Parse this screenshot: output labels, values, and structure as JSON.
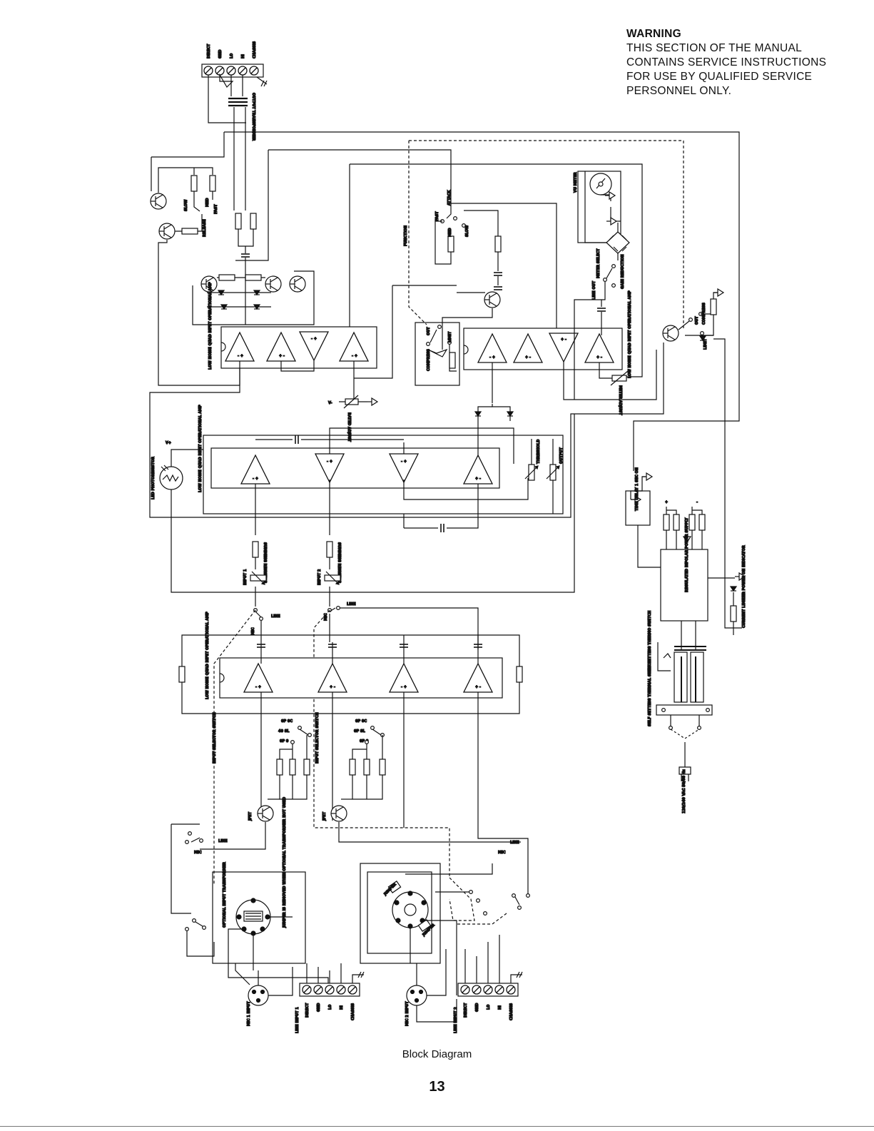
{
  "warning": {
    "title": "WARNING",
    "line1": "THIS SECTION OF THE MANUAL",
    "line2": "CONTAINS SERVICE INSTRUCTIONS",
    "line3": "FOR USE BY QUALIFIED SERVICE",
    "line4": "PERSONNEL ONLY."
  },
  "caption": "Block Diagram",
  "page_number": "13",
  "labels": {
    "terminal_top": [
      "DIRECT",
      "GND",
      "LO",
      "HI",
      "CHASSIS"
    ],
    "output_transformer": "OUTPUT TRANSFORMER",
    "slow": "SLOW",
    "med": "MED",
    "fast": "FAST",
    "release": "RELEASE",
    "function": "FUNCTION",
    "attack": "ATTACK",
    "fast2": "FAST",
    "med2": "MED",
    "slow2": "SLOW",
    "vu_meter": "VU METER",
    "meter_select": "METER SELECT",
    "gain_reduction": "GAIN REDUCTION",
    "line_out": "LINE OUT",
    "opamp_left": "LOW NOISE QUAD BIFET OPERATIONAL AMP",
    "opamp_right": "LOW NOISE QUAD BIFET OPERATIONAL AMP",
    "opamp_mid": "LOW NOISE QUAD BIFET OPERATIONAL AMP",
    "opamp_bottom": "LOW NOISE QUAD BIFET OPERATIONAL AMP",
    "out": "OUT",
    "compress": "COMPRESS",
    "limit": "LIMIT",
    "out2": "OUT",
    "compress2": "COMPRESS",
    "limit2": "LIMIT",
    "meter_adjust": "METER ADJUST",
    "rated_adjust": "RATED ADJUST",
    "vminus": "V-",
    "vplus": "V+",
    "led_photoresistor": "LED PHOTORESISTOR",
    "threshold": "THRESHOLD",
    "output": "OUTPUT",
    "summing_resistor_1": "SUMMING RESISTOR",
    "summing_resistor_2": "SUMMING RESISTOR",
    "input1": "INPUT 1",
    "input2": "INPUT 2",
    "line": "LINE",
    "mic": "MIC",
    "line2": "LINE",
    "mic2": "MIC",
    "time_delay": "TIME DELAY 1 SEC ON",
    "regulated_supply": "REGULATED BIPOLAR POWER SUPPLY",
    "led_indicator": "LED POWER ON INDICATOR",
    "current_limiter": "CURRENT LIMITER",
    "thermo_switch_1": "SELF SETTING THERMO SWITCH",
    "thermo_switch_2": "SELF SETTING THERMAL SWITCH",
    "vac": "120/240 VAC 50/60 Hz",
    "input_selector_1": "INPUT SELECTOR SWITCH",
    "input_selector_2": "INPUT SELECTOR SWITCH",
    "db_labels_1": [
      "0P 0C",
      "40 SL",
      "0P 0"
    ],
    "db_labels_2": [
      "0P 0C",
      "0P SL",
      "0P 0"
    ],
    "jfet1": "JFET",
    "jfet2": "JFET",
    "optional_transformer": "OPTIONAL INPUT TRANSFORMER",
    "jumper_note": "JUMPER IS REMOVED WHEN OPTIONAL TRANSFORMER NOT USED",
    "jumper": "JUMPER",
    "jumper2": "JUMPER",
    "mic1_input": "MIC 1 INPUT",
    "mic2_input": "MIC 2 INPUT",
    "line_input1": "LINE INPUT 1",
    "line_input2": "LINE INPUT 2",
    "terminal_bottom": [
      "DIRECT",
      "GND",
      "LO",
      "HI",
      "CHASSIS"
    ]
  }
}
